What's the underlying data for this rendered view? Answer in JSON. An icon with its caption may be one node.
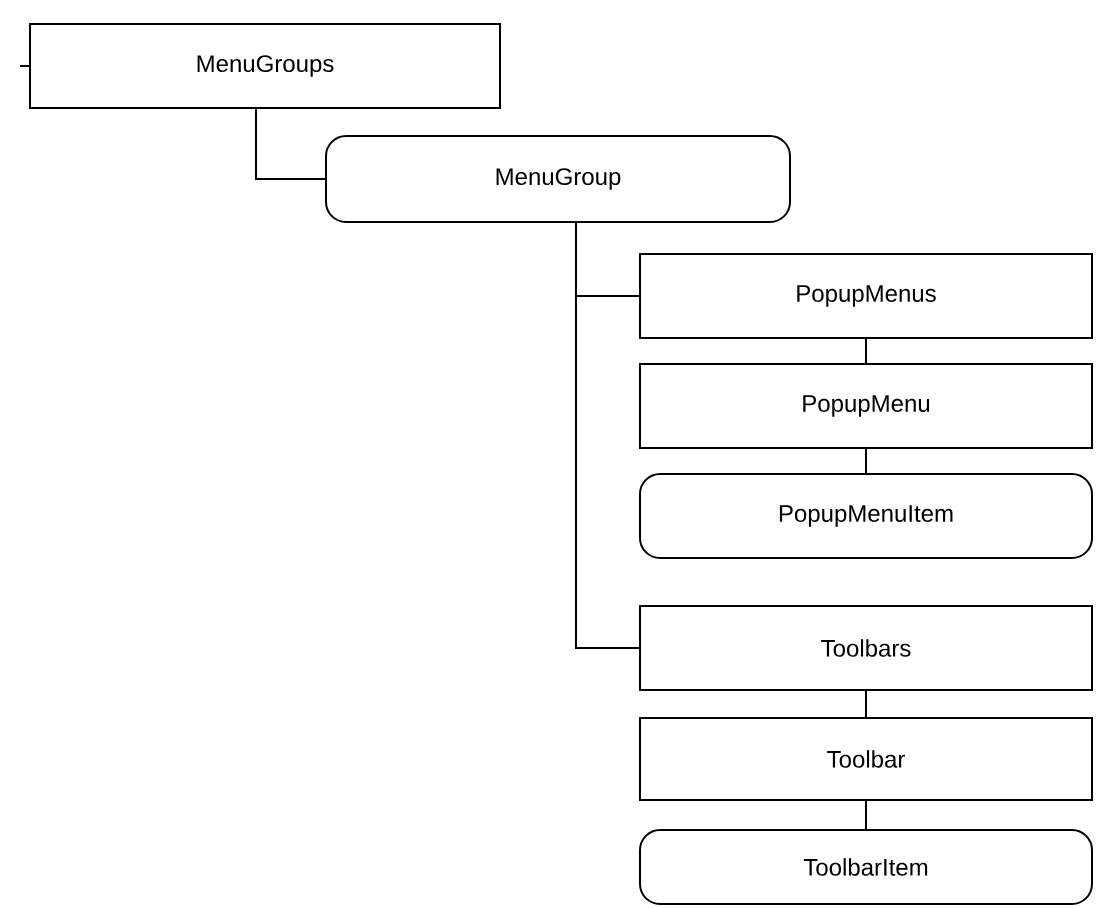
{
  "diagram": {
    "nodes": [
      {
        "text": [
          "MenuGroups"
        ]
      },
      {
        "text": [
          "MenuGroup"
        ]
      },
      {
        "text": [
          "PopupMenus"
        ]
      },
      {
        "text": [
          "PopupMenu"
        ]
      },
      {
        "text": [
          "PopupMenuItem"
        ]
      },
      {
        "text": [
          "Toolbars"
        ]
      },
      {
        "text": [
          "Toolbar"
        ]
      },
      {
        "text": [
          "ToolbarItem"
        ]
      }
    ],
    "edges": [
      {
        "from": null,
        "to": 0,
        "arrow": "none"
      },
      {
        "from": 0,
        "to": 1,
        "arrow": "none"
      },
      {
        "from": 1,
        "to": 2,
        "arrow": "none"
      },
      {
        "from": 2,
        "to": 3,
        "arrow": "none"
      },
      {
        "from": 3,
        "to": 4,
        "arrow": "none"
      },
      {
        "from": 1,
        "to": 5,
        "arrow": "none"
      },
      {
        "from": 5,
        "to": 6,
        "arrow": "none"
      },
      {
        "from": 6,
        "to": 7,
        "arrow": "none"
      }
    ]
  }
}
